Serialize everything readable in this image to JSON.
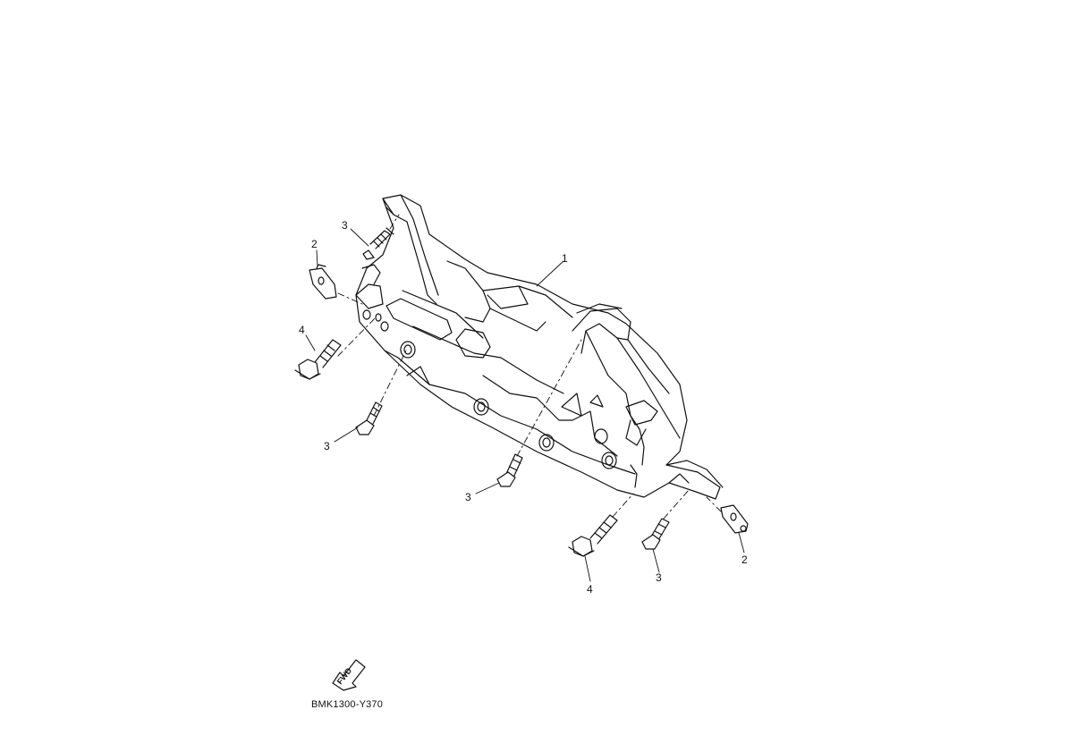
{
  "diagram": {
    "callouts": [
      {
        "id": "c1",
        "label": "1"
      },
      {
        "id": "c2a",
        "label": "2"
      },
      {
        "id": "c2b",
        "label": "2"
      },
      {
        "id": "c3a",
        "label": "3"
      },
      {
        "id": "c3b",
        "label": "3"
      },
      {
        "id": "c3c",
        "label": "3"
      },
      {
        "id": "c3d",
        "label": "3"
      },
      {
        "id": "c4a",
        "label": "4"
      },
      {
        "id": "c4b",
        "label": "4"
      }
    ],
    "fwd_label": "FWD",
    "drawing_code": "BMK1300-Y370"
  }
}
